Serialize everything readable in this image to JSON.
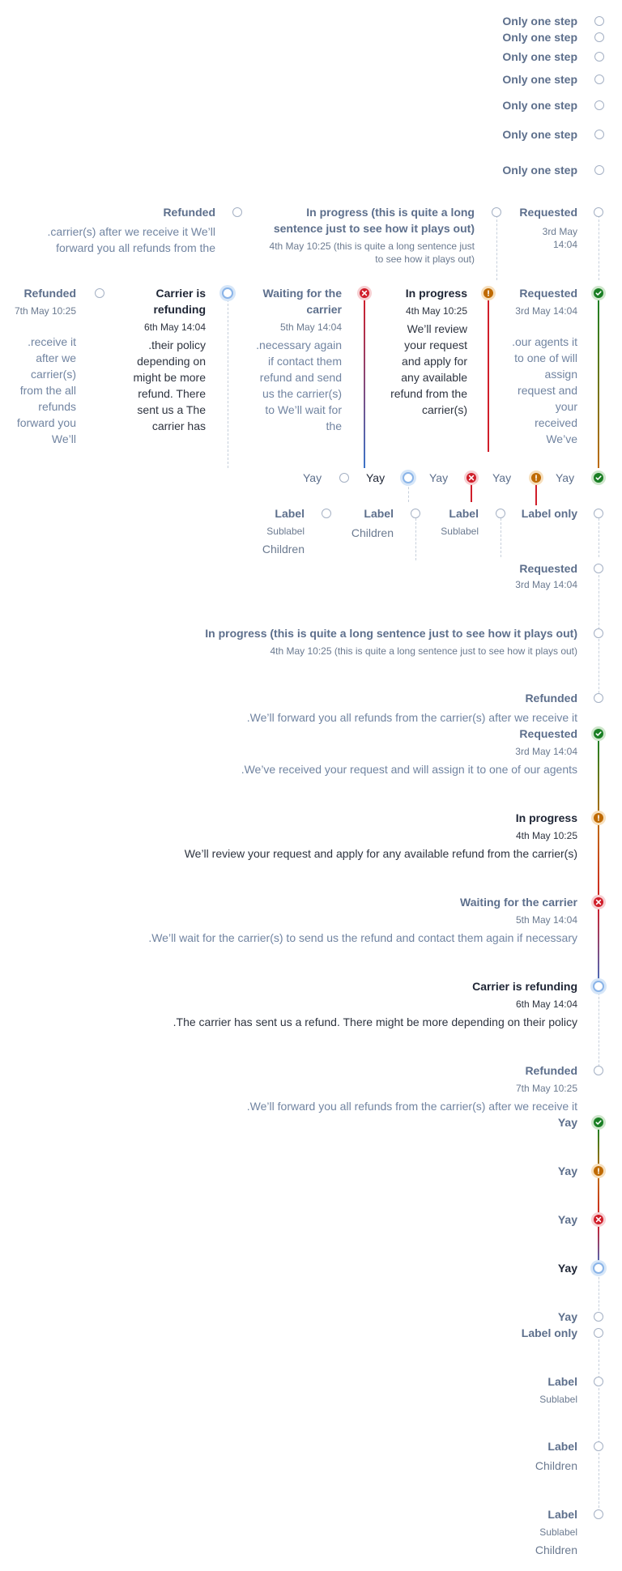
{
  "colors": {
    "success": "#1a7f24",
    "warning": "#bf6a02",
    "error": "#d01e2a",
    "current": "#3b73c8",
    "idle": "#a4b0c4",
    "connector_dashed": "#c6cfdb"
  },
  "single_steps": {
    "label": "Only one step"
  },
  "compact_horizontal": {
    "refunded_title": "Refunded",
    "refunded_desc": ".carrier(s) after we receive it We’ll forward you all refunds from the",
    "inprogress_title": "In progress (this is quite a long sentence just to see how it plays out)",
    "inprogress_date": "4th May 10:25 (this is quite a long sentence just to see how it plays out)",
    "requested_title": "Requested",
    "requested_date": "3rd May 14:04"
  },
  "full_horizontal": {
    "refunded": {
      "title": "Refunded",
      "date": "7th May 10:25",
      "desc": ".receive it after we carrier(s) from the all refunds forward you We’ll"
    },
    "carrier_refunding": {
      "title": "Carrier is refunding",
      "date": "6th May 14:04",
      "desc": ".their policy depending on might be more refund. There sent us a The carrier has"
    },
    "waiting_carrier": {
      "title": "Waiting for the carrier",
      "date": "5th May 14:04",
      "desc": ".necessary again if contact them refund and send us the carrier(s) to We’ll wait for the"
    },
    "in_progress": {
      "title": "In progress",
      "date": "4th May 10:25",
      "desc": "We’ll review your request and apply for any available refund from the carrier(s)"
    },
    "requested": {
      "title": "Requested",
      "date": "3rd May 14:04",
      "desc": ".our agents it to one of will assign request and your received We’ve"
    }
  },
  "yay_row": {
    "label": "Yay"
  },
  "labels_row": {
    "label": "Label",
    "sublabel": "Sublabel",
    "children": "Children",
    "label_only": "Label only"
  },
  "vertical_compact": {
    "requested_title": "Requested",
    "requested_date": "3rd May 14:04",
    "inprogress_title": "In progress (this is quite a long sentence just to see how it plays out)",
    "inprogress_date": "4th May 10:25 (this is quite a long sentence just to see how it plays out)",
    "refunded_title": "Refunded",
    "refunded_desc": ".We’ll forward you all refunds from the carrier(s) after we receive it"
  },
  "vertical_full": {
    "requested": {
      "title": "Requested",
      "date": "3rd May 14:04",
      "desc": ".We’ve received your request and will assign it to one of our agents"
    },
    "in_progress": {
      "title": "In progress",
      "date": "4th May 10:25",
      "desc": "We’ll review your request and apply for any available refund from the carrier(s)"
    },
    "waiting_carrier": {
      "title": "Waiting for the carrier",
      "date": "5th May 14:04",
      "desc": ".We’ll wait for the carrier(s) to send us the refund and contact them again if necessary"
    },
    "carrier_refunding": {
      "title": "Carrier is refunding",
      "date": "6th May 14:04",
      "desc": ".The carrier has sent us a refund. There might be more depending on their policy"
    },
    "refunded": {
      "title": "Refunded",
      "date": "7th May 10:25",
      "desc": ".We’ll forward you all refunds from the carrier(s) after we receive it"
    }
  },
  "vertical_yay": {
    "label": "Yay"
  },
  "vertical_labels": {
    "label": "Label",
    "sublabel": "Sublabel",
    "children": "Children",
    "label_only": "Label only"
  }
}
